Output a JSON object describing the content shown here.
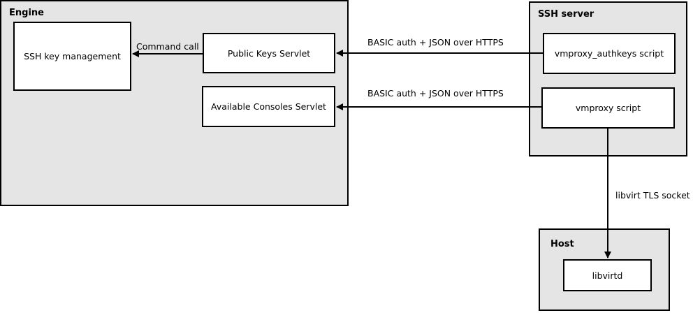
{
  "groups": {
    "engine": "Engine",
    "ssh_server": "SSH server",
    "host": "Host"
  },
  "nodes": {
    "ssh_key_management": "SSH key management",
    "public_keys_servlet": "Public Keys Servlet",
    "available_consoles_servlet": "Available Consoles Servlet",
    "vmproxy_authkeys_script": "vmproxy_authkeys script",
    "vmproxy_script": "vmproxy script",
    "libvirtd": "libvirtd"
  },
  "edges": {
    "command_call": "Command call",
    "authkeys_to_public_keys": "BASIC auth + JSON over HTTPS",
    "vmproxy_to_consoles": "BASIC auth + JSON over HTTPS",
    "vmproxy_to_libvirtd": "libvirt TLS socket"
  }
}
